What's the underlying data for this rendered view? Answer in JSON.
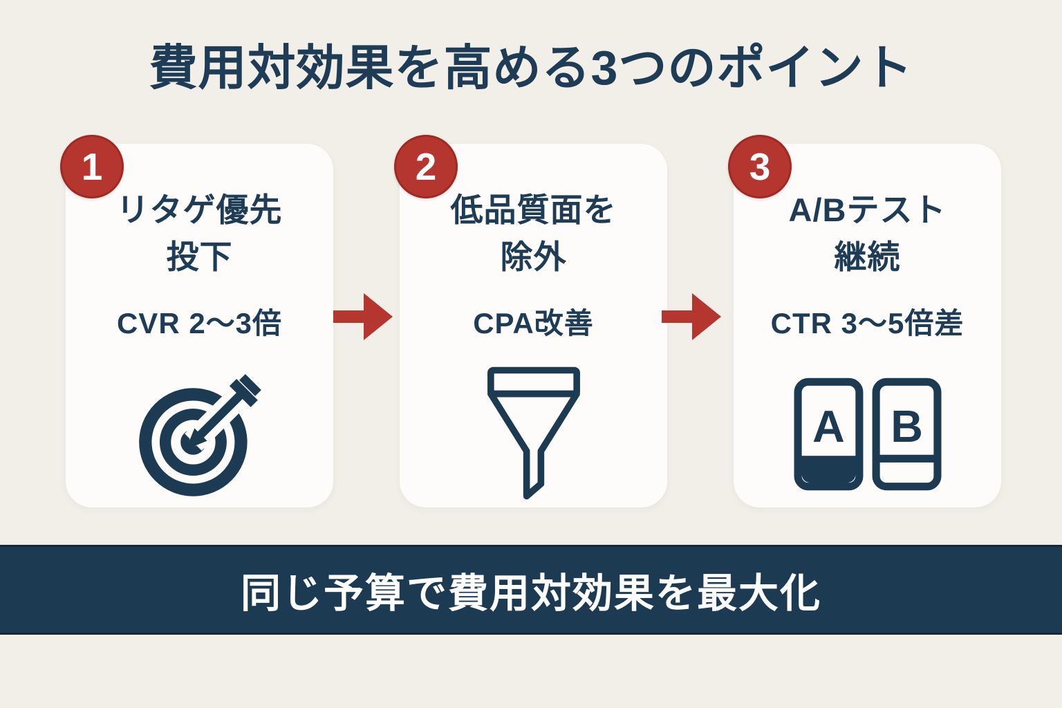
{
  "title": "費用対効果を高める3つのポイント",
  "steps": [
    {
      "number": "1",
      "title_line1": "リタゲ優先",
      "title_line2": "投下",
      "metric": "CVR 2〜3倍",
      "icon": "target-icon"
    },
    {
      "number": "2",
      "title_line1": "低品質面を",
      "title_line2": "除外",
      "metric": "CPA改善",
      "icon": "funnel-icon"
    },
    {
      "number": "3",
      "title_line1": "A/Bテスト",
      "title_line2": "継続",
      "metric": "CTR 3〜5倍差",
      "icon": "ab-test-icon",
      "variant_labels": {
        "a": "A",
        "b": "B"
      }
    }
  ],
  "footer": {
    "text": "同じ予算で費用対効果を最大化"
  },
  "colors": {
    "background": "#f2efe9",
    "card": "#fdfcfa",
    "navy": "#1c3a52",
    "text_navy": "#1e3c55",
    "red": "#b5362e",
    "white": "#ffffff"
  }
}
